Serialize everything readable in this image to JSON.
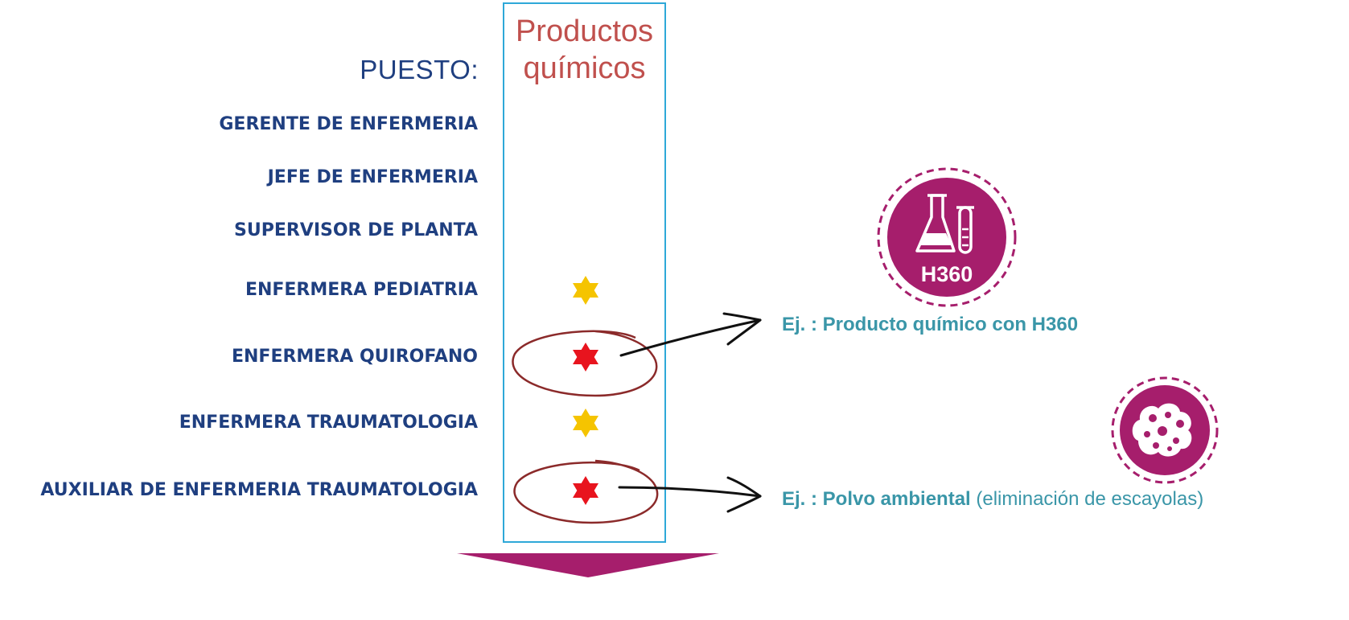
{
  "labels": {
    "puesto": "PUESTO:",
    "column_header_line1": "Productos",
    "column_header_line2": "químicos"
  },
  "rows": [
    {
      "label": "GERENTE DE ENFERMERIA",
      "marker": "none"
    },
    {
      "label": "JEFE DE ENFERMERIA",
      "marker": "none"
    },
    {
      "label": "SUPERVISOR DE PLANTA",
      "marker": "none"
    },
    {
      "label": "ENFERMERA PEDIATRIA",
      "marker": "yellow-star"
    },
    {
      "label": "ENFERMERA QUIROFANO",
      "marker": "red-star-circled"
    },
    {
      "label": "ENFERMERA TRAUMATOLOGIA",
      "marker": "yellow-star"
    },
    {
      "label": "AUXILIAR DE ENFERMERIA TRAUMATOLOGIA",
      "marker": "red-star-circled"
    }
  ],
  "examples": [
    {
      "prefix": "Ej. : ",
      "bold": "Producto químico con H360",
      "rest": ""
    },
    {
      "prefix": "Ej. : ",
      "bold": "Polvo ambiental",
      "rest": " (eliminación de escayolas)"
    }
  ],
  "badges": {
    "h360_code": "H360",
    "h360_icon": "flask-icon",
    "dust_icon": "dust-cloud-icon"
  },
  "colors": {
    "row_text": "#1f3f80",
    "header_text": "#c0504d",
    "column_border": "#2ea8d8",
    "star_yellow": "#f5c400",
    "star_red": "#e8141e",
    "circle": "#8b2a2a",
    "badge": "#a61e6c",
    "arrow_down": "#a61e6c",
    "example_text": "#3a96a8"
  }
}
